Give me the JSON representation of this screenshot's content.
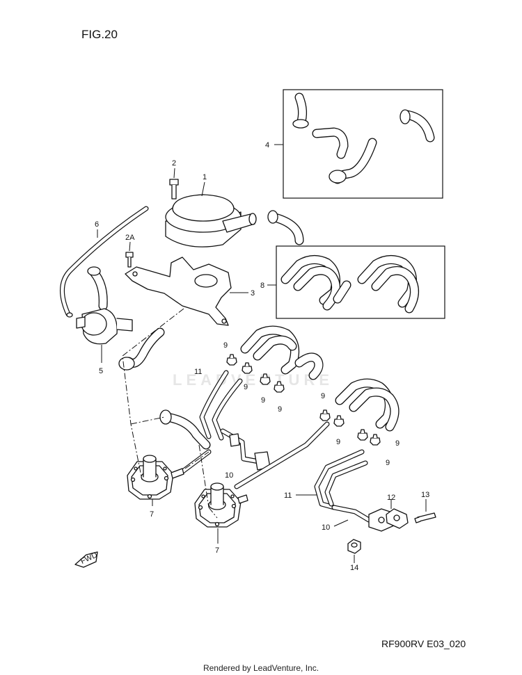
{
  "figure": {
    "title": "FIG.20",
    "code": "RF900RV E03_020",
    "watermark": "LEADVENTURE",
    "footer": "Rendered by LeadVenture, Inc.",
    "fwd_label": "FWD"
  },
  "callouts": [
    "1",
    "2",
    "2A",
    "3",
    "4",
    "5",
    "6",
    "7",
    "8",
    "9",
    "10",
    "11",
    "12",
    "13",
    "14"
  ]
}
